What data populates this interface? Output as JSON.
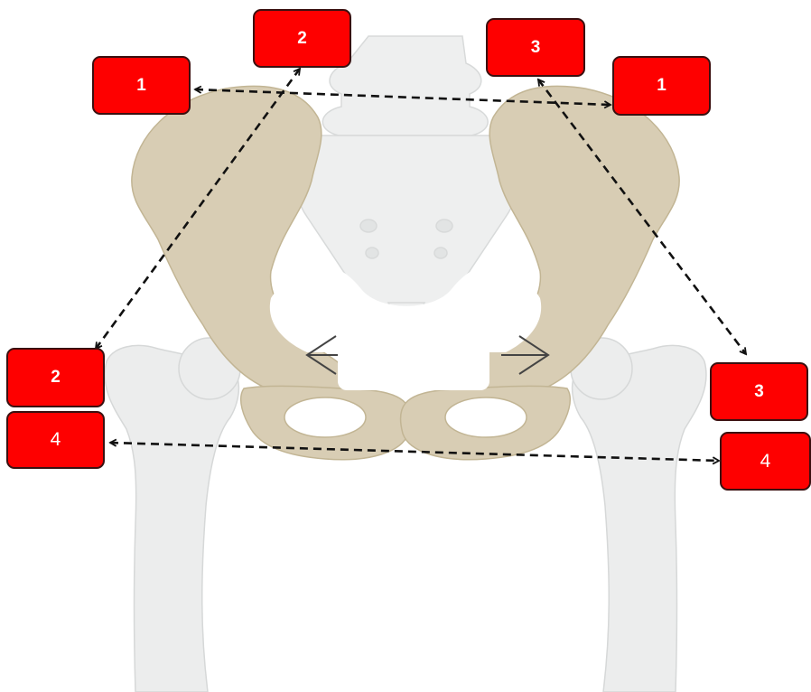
{
  "colors": {
    "label_fill": "#fe0000",
    "label_border": "#3a1010",
    "label_text": "#ffffff",
    "arrow": "#111111",
    "bone_pelvis": "#d8cdb4",
    "bone_spine_femur": "#eceded"
  },
  "labels": [
    {
      "id": "label-1-left",
      "text": "1"
    },
    {
      "id": "label-2-top",
      "text": "2"
    },
    {
      "id": "label-3-top",
      "text": "3"
    },
    {
      "id": "label-1-right",
      "text": "1"
    },
    {
      "id": "label-2-left",
      "text": "2"
    },
    {
      "id": "label-4-left",
      "text": "4"
    },
    {
      "id": "label-3-right",
      "text": "3"
    },
    {
      "id": "label-4-right",
      "text": "4"
    }
  ],
  "icons": [
    "pelvis-illustration",
    "femur-illustration",
    "dashed-double-arrow",
    "center-left-arrow",
    "center-right-arrow"
  ]
}
